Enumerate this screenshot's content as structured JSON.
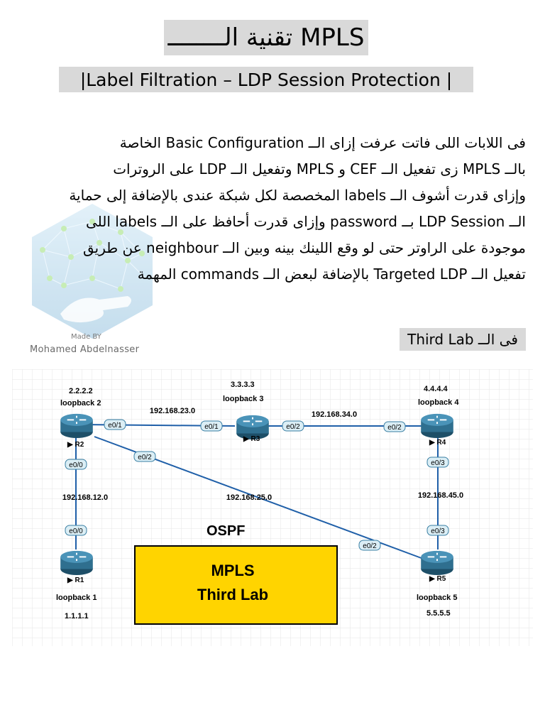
{
  "header": {
    "title": "تقنية الــــــــ MPLS",
    "subtitle": "|Label Filtration – LDP Session Protection |"
  },
  "intro": {
    "lines": [
      "فى اللابات اللى فاتت عرفت إزاى الــ Basic Configuration الخاصة",
      "بالــ MPLS زى تفعيل الــ CEF و MPLS وتفعيل الــ LDP على الروترات",
      "وإزاى قدرت أشوف الــ labels المخصصة لكل شبكة عندى بالإضافة إلى حماية",
      "الــ LDP Session بــ password وإزاى قدرت أحافظ على الــ labels اللى",
      "موجودة على الراوتر حتى لو وقع اللينك بينه وبين الــ neighbour عن طريق",
      "تفعيل الــ Targeted LDP بالإضافة لبعض الــ commands المهمة"
    ]
  },
  "watermark": {
    "made_by": "Made BY",
    "author": "Mohamed Abdelnasser"
  },
  "lab_heading": "فى الــ Third Lab",
  "topology": {
    "routers": [
      {
        "name": "R2",
        "loopback": "loopback 2",
        "ip": "2.2.2.2"
      },
      {
        "name": "R3",
        "loopback": "loopback 3",
        "ip": "3.3.3.3"
      },
      {
        "name": "R4",
        "loopback": "loopback 4",
        "ip": "4.4.4.4"
      },
      {
        "name": "R1",
        "loopback": "loopback 1",
        "ip": "1.1.1.1"
      },
      {
        "name": "R5",
        "loopback": "loopback 5",
        "ip": "5.5.5.5"
      }
    ],
    "networks": [
      "192.168.23.0",
      "192.168.34.0",
      "192.168.12.0",
      "192.168.25.0",
      "192.168.45.0"
    ],
    "interfaces": {
      "r2_r3_a": "e0/1",
      "r2_r3_b": "e0/1",
      "r3_r4_a": "e0/2",
      "r3_r4_b": "e0/2",
      "r2_r1_a": "e0/0",
      "r2_r1_b": "e0/0",
      "r2_r5_a": "e0/2",
      "r2_r5_b": "e0/2",
      "r4_r5_a": "e0/3",
      "r4_r5_b": "e0/3"
    },
    "protocol": "OSPF",
    "box_line1": "MPLS",
    "box_line2": "Third Lab"
  },
  "colors": {
    "heading_bg": "#d9d9d9",
    "router_body": "#2f6f8f",
    "link": "#1f5fa8",
    "box_fill": "#ffd400",
    "watermark": "#5aa9d6"
  }
}
